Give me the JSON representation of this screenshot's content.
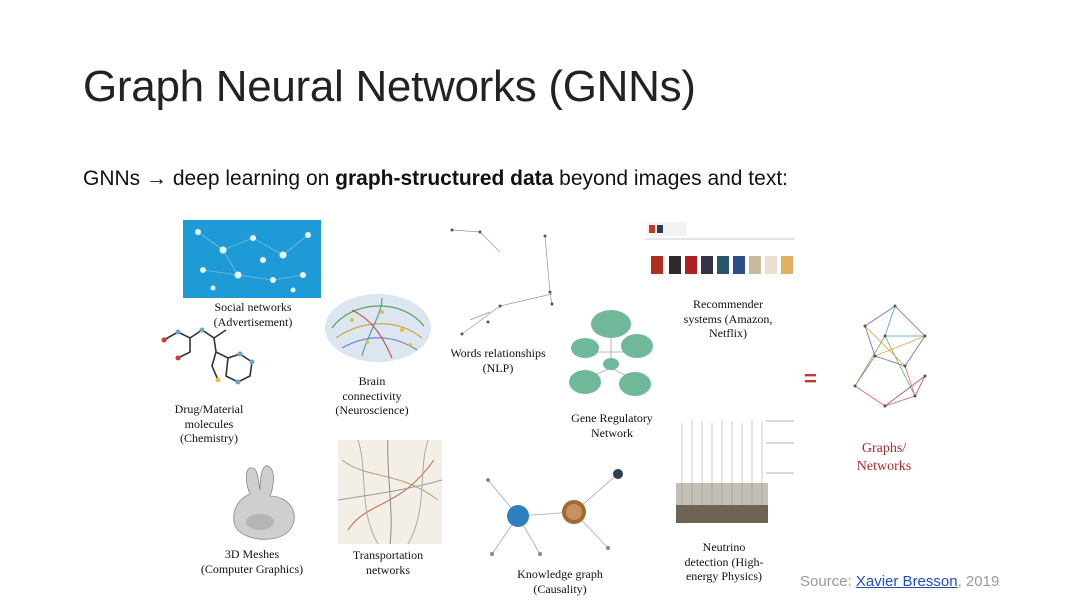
{
  "slide": {
    "title": "Graph Neural Networks (GNNs)",
    "subtitle_prefix": "GNNs → deep learning on ",
    "subtitle_bold": "graph-structured data",
    "subtitle_suffix": " beyond images and text:"
  },
  "figures": {
    "social": "Social networks\n(Advertisement)",
    "brain": "Brain\nconnectivity\n(Neuroscience)",
    "words": "Words relationships\n(NLP)",
    "recommender": "Recommender\nsystems (Amazon,\nNetflix)",
    "drug": "Drug/Material\nmolecules\n(Chemistry)",
    "gene": "Gene Regulatory\nNetwork",
    "meshes": "3D Meshes\n(Computer Graphics)",
    "transport": "Transportation\nnetworks",
    "knowledge": "Knowledge graph\n(Causality)",
    "neutrino": "Neutrino\ndetection (High-\nenergy Physics)"
  },
  "equals": "=",
  "graphs_label": "Graphs/\nNetworks",
  "source": {
    "prefix": "Source: ",
    "author": "Xavier Bresson",
    "suffix": ", 2019"
  },
  "colors": {
    "accent_red": "#a52a2a",
    "link_blue": "#1f4fb8",
    "social_bg": "#1e9ad6"
  }
}
